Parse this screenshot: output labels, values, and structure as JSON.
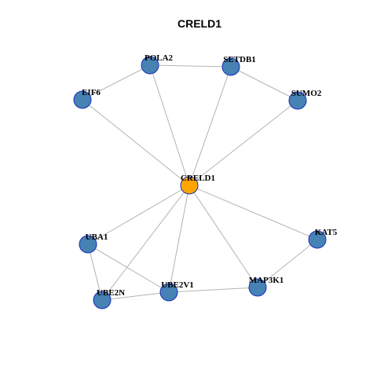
{
  "title": "CRELD1",
  "colors": {
    "center_node": "#FFA500",
    "node": "#4682B4",
    "node_border": "#1C2FB8",
    "edge": "#B3B3B3"
  },
  "nodes": [
    {
      "id": "CRELD1",
      "label": "CRELD1",
      "center": true
    },
    {
      "id": "POLA2",
      "label": "POLA2"
    },
    {
      "id": "SETDB1",
      "label": "SETDB1"
    },
    {
      "id": "EIF6",
      "label": "EIF6"
    },
    {
      "id": "SUMO2",
      "label": "SUMO2"
    },
    {
      "id": "UBA1",
      "label": "UBA1"
    },
    {
      "id": "KAT5",
      "label": "KAT5"
    },
    {
      "id": "UBE2V1",
      "label": "UBE2V1"
    },
    {
      "id": "MAP3K1",
      "label": "MAP3K1"
    },
    {
      "id": "UBE2N",
      "label": "UBE2N"
    }
  ],
  "edges": [
    [
      "POLA2",
      "EIF6"
    ],
    [
      "POLA2",
      "SETDB1"
    ],
    [
      "SETDB1",
      "SUMO2"
    ],
    [
      "EIF6",
      "CRELD1"
    ],
    [
      "POLA2",
      "CRELD1"
    ],
    [
      "SETDB1",
      "CRELD1"
    ],
    [
      "SUMO2",
      "CRELD1"
    ],
    [
      "CRELD1",
      "UBA1"
    ],
    [
      "CRELD1",
      "UBE2N"
    ],
    [
      "CRELD1",
      "UBE2V1"
    ],
    [
      "CRELD1",
      "MAP3K1"
    ],
    [
      "CRELD1",
      "KAT5"
    ],
    [
      "UBA1",
      "UBE2N"
    ],
    [
      "UBA1",
      "UBE2V1"
    ],
    [
      "UBE2N",
      "UBE2V1"
    ],
    [
      "UBE2V1",
      "MAP3K1"
    ],
    [
      "MAP3K1",
      "KAT5"
    ]
  ]
}
